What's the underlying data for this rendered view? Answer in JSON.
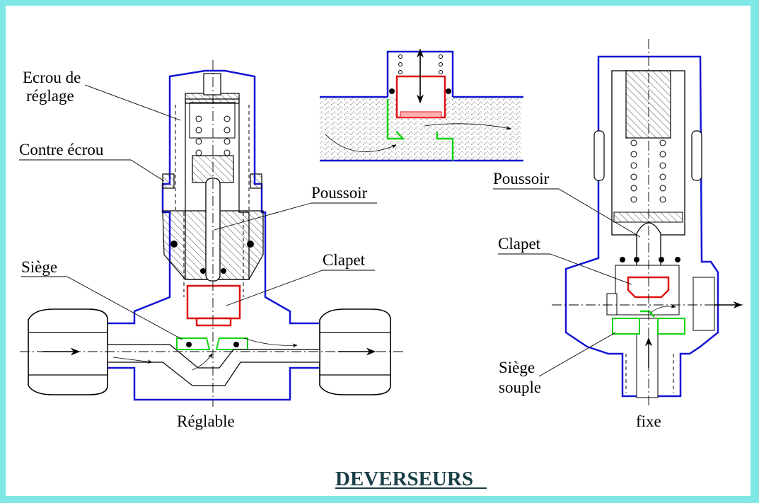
{
  "title": "DEVERSEURS",
  "left_valve": {
    "caption": "Réglable",
    "labels": {
      "ecrou_line1": "Ecrou de",
      "ecrou_line2": "réglage",
      "contre_ecrou": "Contre écrou",
      "poussoir": "Poussoir",
      "siege": "Siège",
      "clapet": "Clapet"
    }
  },
  "right_valve": {
    "caption": "fixe",
    "labels": {
      "poussoir": "Poussoir",
      "clapet": "Clapet",
      "siege_line1": "Siège",
      "siege_line2": "souple"
    }
  },
  "colors": {
    "background": "#7fe8e6",
    "body_outline": "#1414d4",
    "clapet": "#e01010",
    "siege": "#14d414",
    "title": "#1a4048"
  }
}
